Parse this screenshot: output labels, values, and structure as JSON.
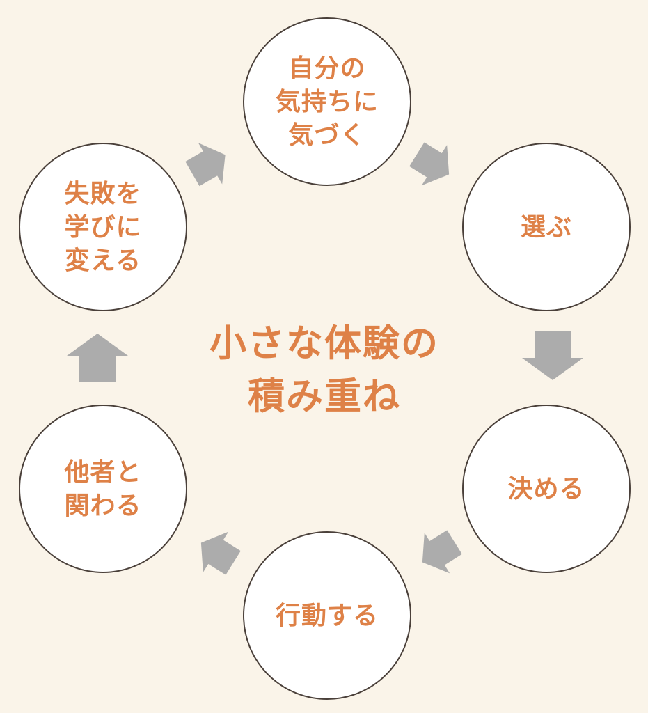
{
  "diagram": {
    "title": {
      "line1": "小さな体験の",
      "line2": "積み重ね"
    },
    "nodes": {
      "notice_own_feelings": {
        "line1": "自分の",
        "line2": "気持ちに",
        "line3": "気づく"
      },
      "choose": {
        "line1": "選ぶ"
      },
      "decide": {
        "line1": "決める"
      },
      "take_action": {
        "line1": "行動する"
      },
      "engage_with_others": {
        "line1": "他者と",
        "line2": "関わる"
      },
      "turn_failure_into_learning": {
        "line1": "失敗を",
        "line2": "学びに",
        "line3": "変える"
      }
    },
    "colors": {
      "background": "#FAF4E9",
      "circle_fill": "#FFFFFF",
      "circle_border": "#4A403A",
      "text_orange": "#DE8147",
      "arrow_gray": "#ACACAC"
    }
  }
}
